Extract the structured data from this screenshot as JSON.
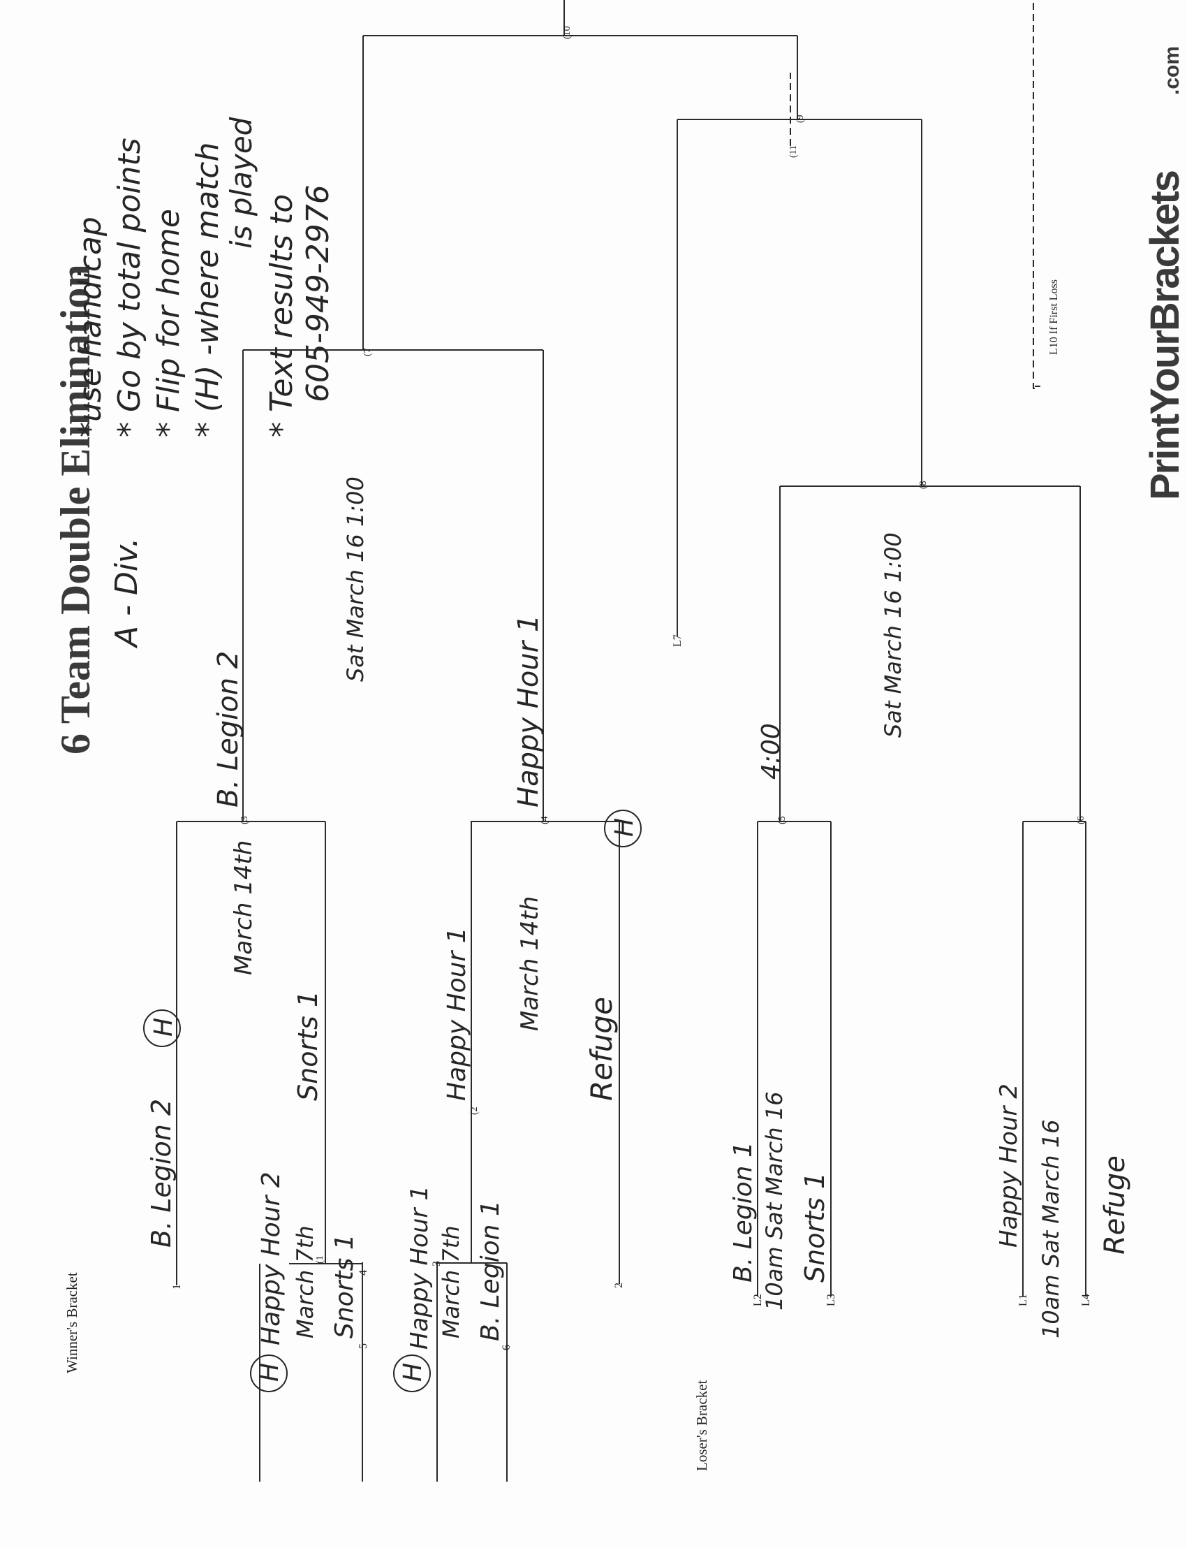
{
  "title": "6 Team Double Elimination",
  "division": "A - Div.",
  "notes": [
    "*use handicap",
    "* Go by total points",
    "* Flip for home",
    "* (H) -where match",
    "is played",
    "* Text results to",
    "605-949-2976"
  ],
  "brand": {
    "name": "PrintYourBrackets",
    "suffix": ".com"
  },
  "sections": {
    "winners": "Winner's Bracket",
    "losers": "Loser's Bracket"
  },
  "seeds": {
    "s1": "1",
    "s2": "2",
    "s3": "3",
    "s4": "4",
    "s5": "5",
    "s6": "6"
  },
  "loser_refs": {
    "l1": "L1",
    "l2": "L2",
    "l3": "L3",
    "l4": "L4",
    "l7": "L7",
    "l10": "L10 If First Loss"
  },
  "game_numbers": {
    "g1": "(1",
    "g2": "(2",
    "g3": "(3",
    "g4": "(4",
    "g5": "(5",
    "g6": "(6",
    "g7": "(7",
    "g8": "(8",
    "g9": "(9",
    "g10": "(10",
    "g11": "(11"
  },
  "home_marker": "H",
  "games": {
    "g1": {
      "top": "Happy Hour 2",
      "date": "March 7th",
      "bottom": "Snorts 1"
    },
    "g2": {
      "top": "Happy Hour 1",
      "date": "March 7th",
      "bottom": "B. Legion 1"
    },
    "g3": {
      "top": "B. Legion 2",
      "date": "March 14th",
      "bottom": "Snorts 1"
    },
    "g4": {
      "top": "Happy Hour 1",
      "date": "March 14th",
      "bottom": "Refuge"
    },
    "g5": {
      "top": "B. Legion 1",
      "date": "10am Sat March 16",
      "bottom": "Snorts 1"
    },
    "g6": {
      "top": "Happy Hour 2",
      "date": "10am Sat March 16",
      "bottom": "Refuge"
    },
    "g7": {
      "top": "B. Legion 2",
      "bottom": "Happy Hour 1",
      "date": "Sat March 16 1:00"
    },
    "g8": {
      "date": "Sat March 16 1:00"
    },
    "g9": {
      "date": "4:00"
    }
  }
}
